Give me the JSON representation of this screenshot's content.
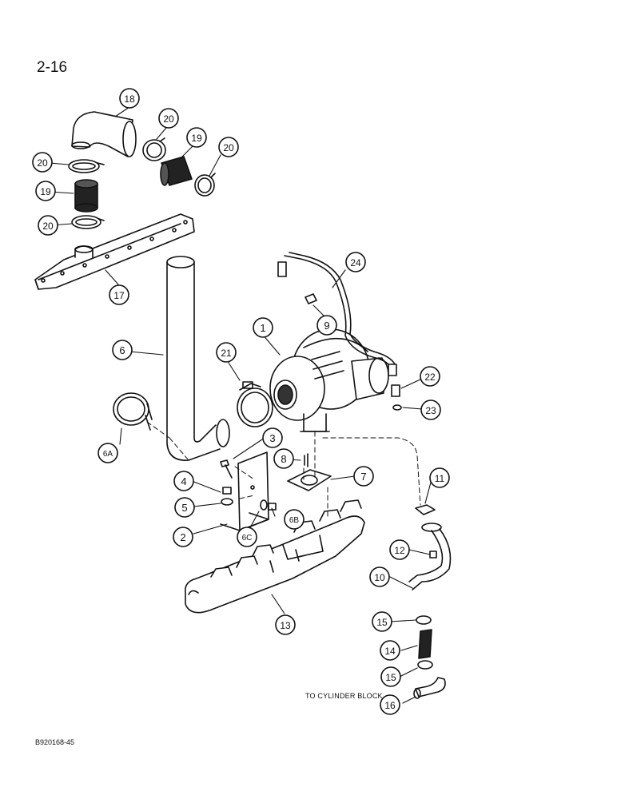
{
  "page": {
    "number": "2-16"
  },
  "note": "TO CYLINDER BLOCK",
  "figure_id": "B920168-45",
  "callouts": {
    "c1": "1",
    "c2": "2",
    "c3": "3",
    "c4": "4",
    "c5": "5",
    "c6": "6",
    "c6a": "6A",
    "c6b": "6B",
    "c6c": "6C",
    "c7": "7",
    "c8": "8",
    "c9": "9",
    "c10": "10",
    "c11": "11",
    "c12": "12",
    "c13": "13",
    "c14": "14",
    "c15a": "15",
    "c15b": "15",
    "c16": "16",
    "c17": "17",
    "c18": "18",
    "c19a": "19",
    "c19b": "19",
    "c20a": "20",
    "c20b": "20",
    "c20c": "20",
    "c20d": "20",
    "c21": "21",
    "c22": "22",
    "c23": "23",
    "c24": "24"
  },
  "colors": {
    "ink": "#111111",
    "paper": "#ffffff"
  }
}
